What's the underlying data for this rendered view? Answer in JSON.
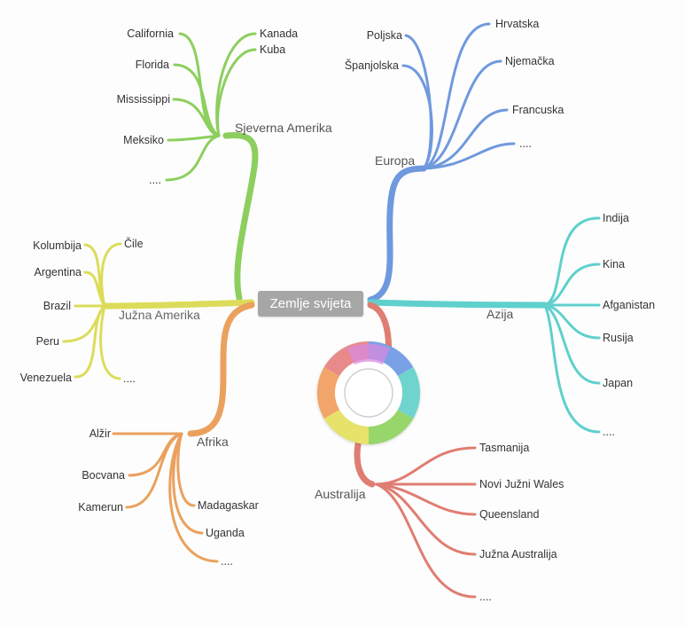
{
  "center": {
    "label": "Zemlje svijeta"
  },
  "branches": {
    "sjeverna": {
      "label": "Sjeverna Amerika",
      "color": "#8ccf5e",
      "children": [
        "California",
        "Kanada",
        "Kuba",
        "Florida",
        "Mississippi",
        "Meksiko",
        "...."
      ]
    },
    "juzna": {
      "label": "Južna Amerika",
      "color": "#dcdc5a",
      "children": [
        "Kolumbija",
        "Čile",
        "Argentina",
        "Brazil",
        "Peru",
        "Venezuela",
        "...."
      ]
    },
    "afrika": {
      "label": "Afrika",
      "color": "#eba15e",
      "children": [
        "Alžir",
        "Bocvana",
        "Kamerun",
        "Madagaskar",
        "Uganda",
        "...."
      ]
    },
    "europa": {
      "label": "Europa",
      "color": "#6f99de",
      "children": [
        "Poljska",
        "Hrvatska",
        "Španjolska",
        "Njemačka",
        "Francuska",
        "...."
      ]
    },
    "azija": {
      "label": "Azija",
      "color": "#5fd0cc",
      "children": [
        "Indija",
        "Kina",
        "Afganistan",
        "Rusija",
        "Japan",
        "...."
      ]
    },
    "australija": {
      "label": "Australija",
      "color": "#e07d72",
      "children": [
        "Tasmanija",
        "Novi Južni Wales",
        "Queensland",
        "Južna Australija",
        "...."
      ]
    }
  },
  "theme_wheel": {
    "icon": "color-wheel-icon"
  }
}
